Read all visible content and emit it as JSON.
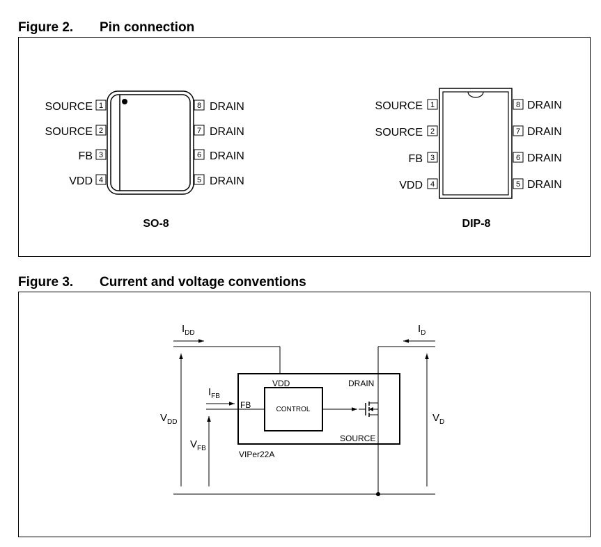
{
  "figure2": {
    "number": "Figure 2.",
    "title": "Pin connection",
    "so8": {
      "label": "SO-8",
      "left_pins": [
        {
          "name": "SOURCE",
          "num": "1"
        },
        {
          "name": "SOURCE",
          "num": "2"
        },
        {
          "name": "FB",
          "num": "3"
        },
        {
          "name": "VDD",
          "num": "4"
        }
      ],
      "right_pins": [
        {
          "name": "DRAIN",
          "num": "8"
        },
        {
          "name": "DRAIN",
          "num": "7"
        },
        {
          "name": "DRAIN",
          "num": "6"
        },
        {
          "name": "DRAIN",
          "num": "5"
        }
      ]
    },
    "dip8": {
      "label": "DIP-8",
      "left_pins": [
        {
          "name": "SOURCE",
          "num": "1"
        },
        {
          "name": "SOURCE",
          "num": "2"
        },
        {
          "name": "FB",
          "num": "3"
        },
        {
          "name": "VDD",
          "num": "4"
        }
      ],
      "right_pins": [
        {
          "name": "DRAIN",
          "num": "8"
        },
        {
          "name": "DRAIN",
          "num": "7"
        },
        {
          "name": "DRAIN",
          "num": "6"
        },
        {
          "name": "DRAIN",
          "num": "5"
        }
      ]
    }
  },
  "figure3": {
    "number": "Figure 3.",
    "title": "Current and voltage conventions",
    "i_dd": {
      "main": "I",
      "sub": "DD"
    },
    "i_d": {
      "main": "I",
      "sub": "D"
    },
    "i_fb": {
      "main": "I",
      "sub": "FB"
    },
    "v_dd": {
      "main": "V",
      "sub": "DD"
    },
    "v_fb": {
      "main": "V",
      "sub": "FB"
    },
    "v_d": {
      "main": "V",
      "sub": "D"
    },
    "pin_vdd": "VDD",
    "pin_drain": "DRAIN",
    "pin_fb": "FB",
    "pin_source": "SOURCE",
    "control": "CONTROL",
    "device": "VIPer22A"
  }
}
